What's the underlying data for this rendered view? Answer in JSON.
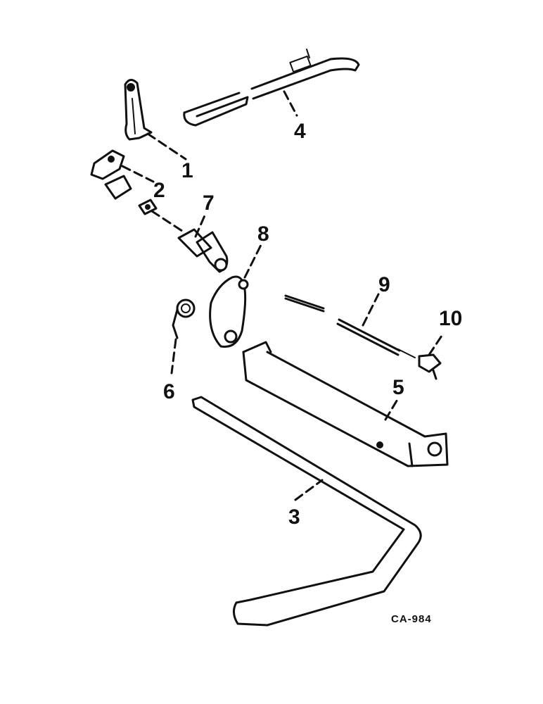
{
  "diagram": {
    "drawing_id": "CA-984",
    "callouts": [
      {
        "id": "1",
        "label": "1"
      },
      {
        "id": "2",
        "label": "2"
      },
      {
        "id": "3",
        "label": "3"
      },
      {
        "id": "4",
        "label": "4"
      },
      {
        "id": "5",
        "label": "5"
      },
      {
        "id": "6",
        "label": "6"
      },
      {
        "id": "7",
        "label": "7"
      },
      {
        "id": "8",
        "label": "8"
      },
      {
        "id": "9",
        "label": "9"
      },
      {
        "id": "10",
        "label": "10"
      }
    ]
  }
}
